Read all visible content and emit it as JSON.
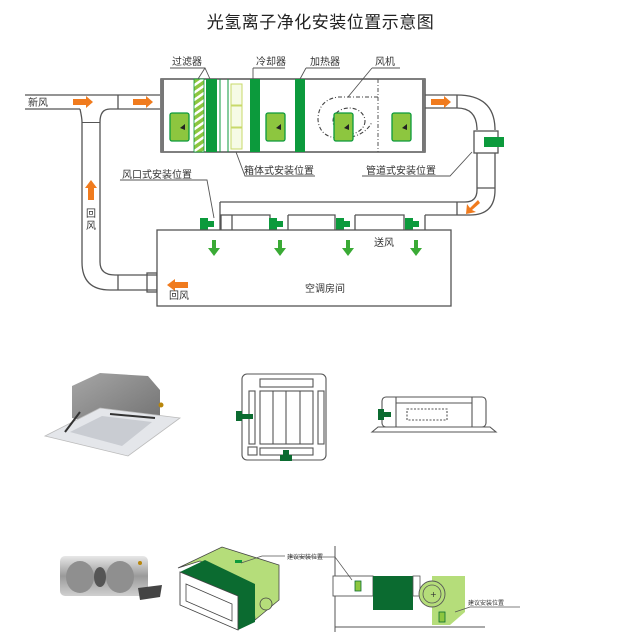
{
  "title": "光氢离子净化安装位置示意图",
  "colors": {
    "dark_green": "#0c9a3c",
    "light_green": "#8dc63f",
    "pale_green": "#c8e6a0",
    "forest_green": "#0b6b30",
    "arrow_orange": "#f07b1e",
    "line_gray": "#555555"
  },
  "ahu": {
    "labels": {
      "filter": "过滤器",
      "cooler": "冷却器",
      "heater": "加热器",
      "fan": "风机",
      "box_install": "箱体式安装位置",
      "duct_install": "管道式安装位置",
      "vent_install": "风口式安装位置"
    }
  },
  "flow": {
    "fresh_air": "新风",
    "return_air_vertical": "回风",
    "return_air": "回风",
    "supply_air": "送风",
    "room": "空调房间"
  },
  "units": {
    "cassette_photo": "cassette-ac-unit",
    "cassette_top_view": "cassette-top-view",
    "cassette_side_view": "cassette-side-view",
    "fan_coil_photo": "fan-coil-unit",
    "fan_coil_iso_label": "建议安装位置",
    "fan_coil_side_label": "建议安装位置"
  }
}
